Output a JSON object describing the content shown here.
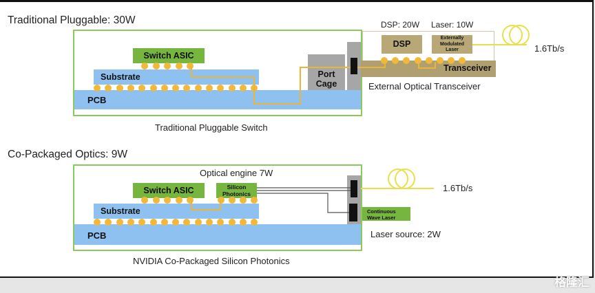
{
  "top": {
    "title": "Traditional Pluggable: 30W",
    "pcb_label": "PCB",
    "substrate_label": "Substrate",
    "asic_label": "Switch ASIC",
    "port_cage_label_1": "Port",
    "port_cage_label_2": "Cage",
    "switch_caption": "Traditional Pluggable Switch",
    "dsp_power": "DSP: 20W",
    "laser_power": "Laser: 10W",
    "dsp_label": "DSP",
    "eml_label_1": "Externally",
    "eml_label_2": "Modulated",
    "eml_label_3": "Laser",
    "transceiver_label": "Transceiver",
    "transceiver_caption": "External Optical Transceiver",
    "bandwidth": "1.6Tb/s"
  },
  "bottom": {
    "title": "Co-Packaged Optics: 9W",
    "optical_engine": "Optical engine 7W",
    "pcb_label": "PCB",
    "substrate_label": "Substrate",
    "asic_label": "Switch ASIC",
    "sipho_label_1": "Silicon",
    "sipho_label_2": "Photonics",
    "cw_laser_1": "Continuous",
    "cw_laser_2": "Wave Laser",
    "laser_source": "Laser source: 2W",
    "bandwidth": "1.6Tb/s",
    "caption": "NVIDIA Co-Packaged Silicon Photonics"
  },
  "colors": {
    "border_green": "#8cc95b",
    "asic_green": "#76b53e",
    "pcb_blue": "#8ec1f0",
    "ball_yellow": "#f2b939",
    "fiber_yellow": "#e8e04a",
    "transceiver_tan": "#b0a071",
    "cage_gray": "#a6a6a6"
  },
  "watermark": "格隆汇"
}
